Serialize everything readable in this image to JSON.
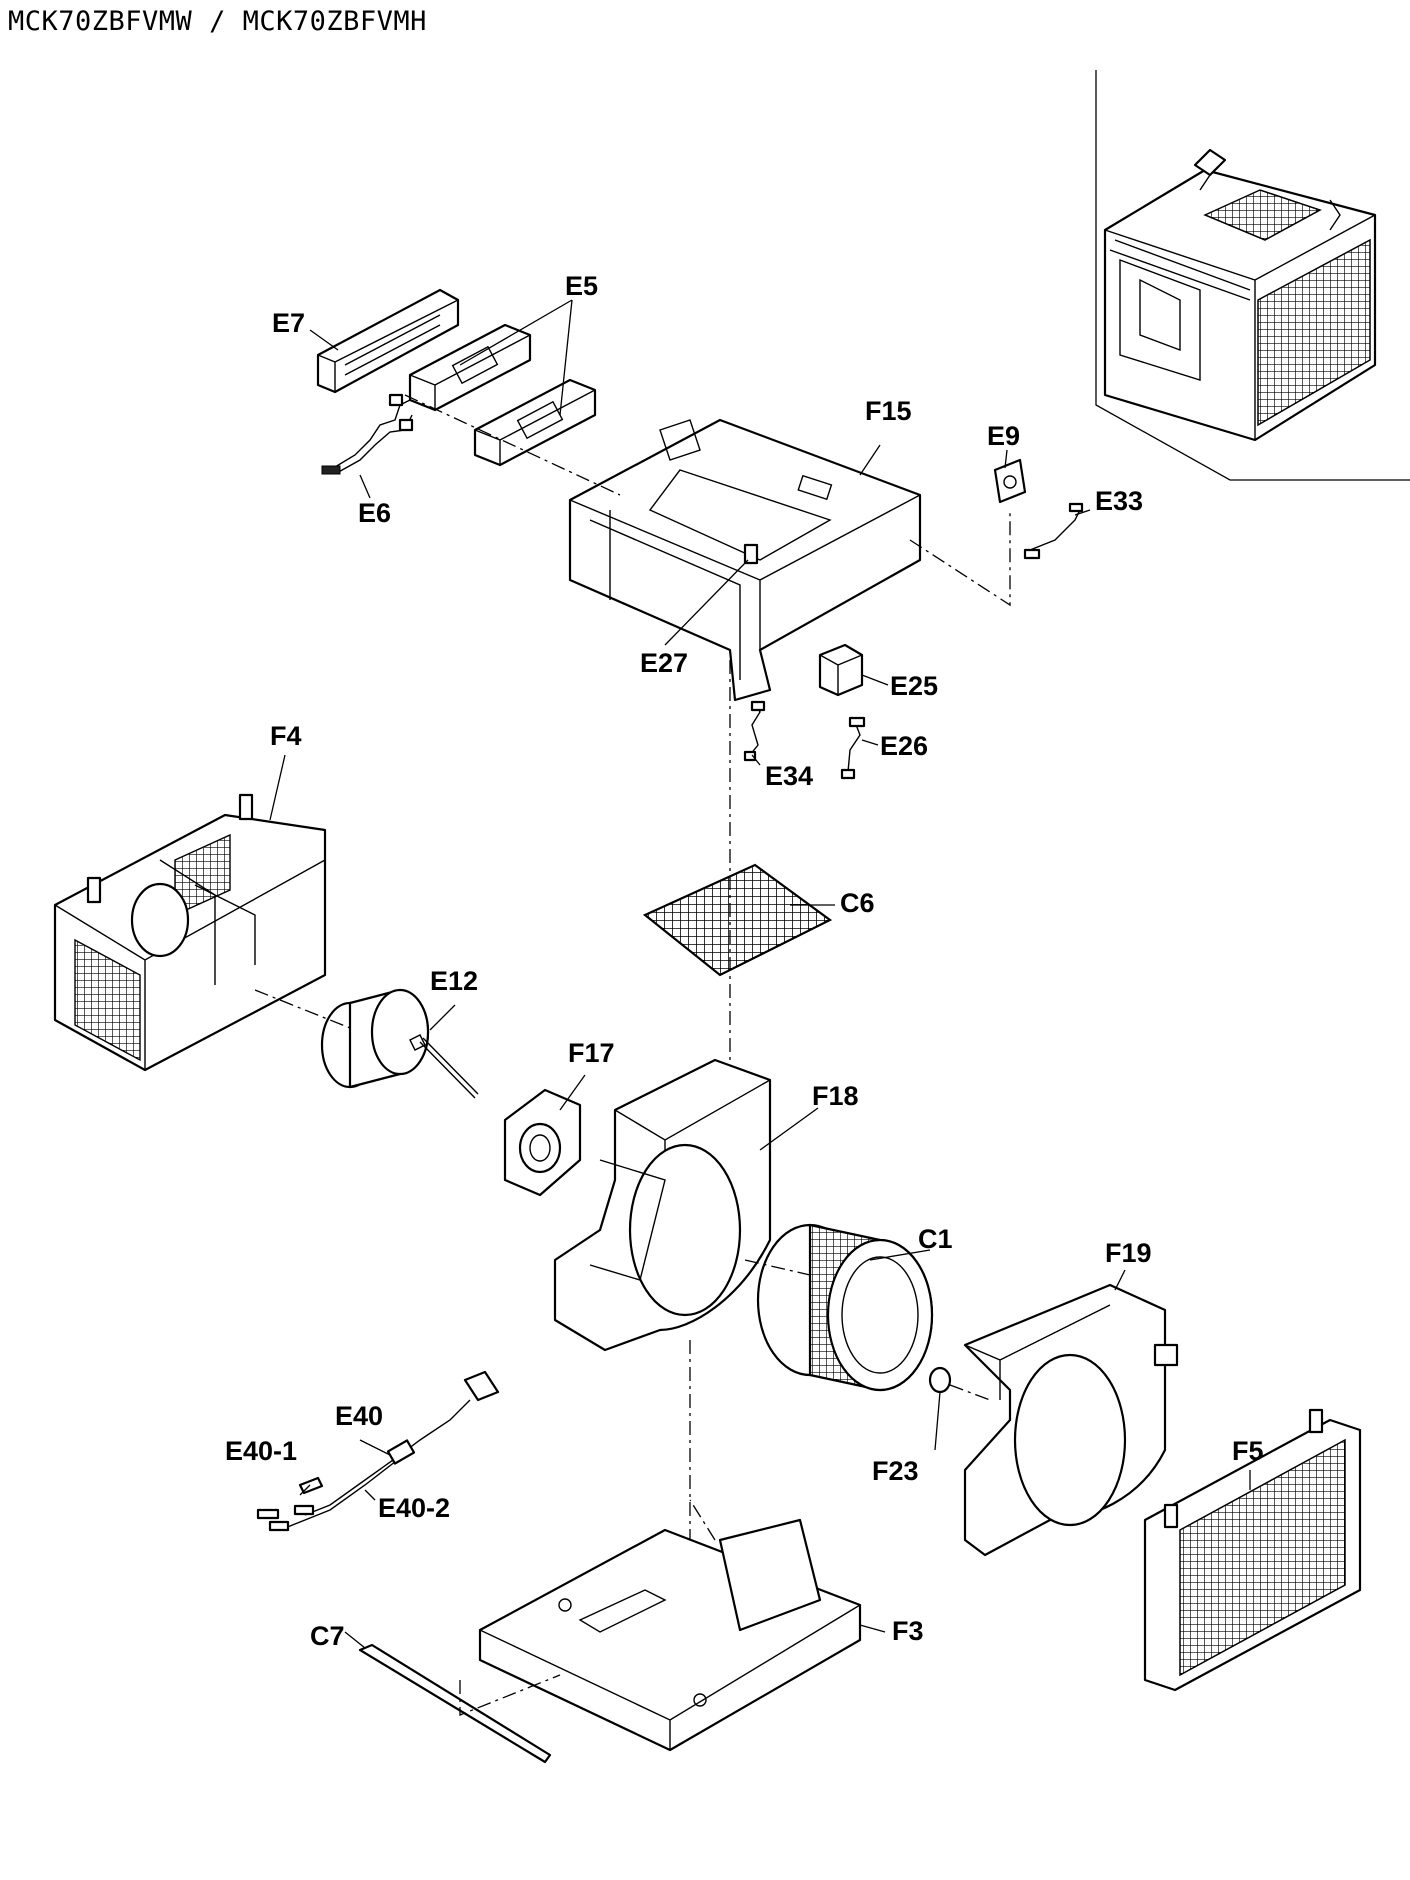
{
  "title": "MCK70ZBFVMW / MCK70ZBFVMH",
  "labels": {
    "E7": "E7",
    "E5": "E5",
    "E6": "E6",
    "F15": "F15",
    "E9": "E9",
    "E33": "E33",
    "E27": "E27",
    "E25": "E25",
    "E34": "E34",
    "E26": "E26",
    "F4": "F4",
    "C6": "C6",
    "E12": "E12",
    "F17": "F17",
    "F18": "F18",
    "C1": "C1",
    "F19": "F19",
    "E40_1": "E40-1",
    "E40": "E40",
    "E40_2": "E40-2",
    "F23": "F23",
    "F5": "F5",
    "C7": "C7",
    "F3": "F3"
  }
}
